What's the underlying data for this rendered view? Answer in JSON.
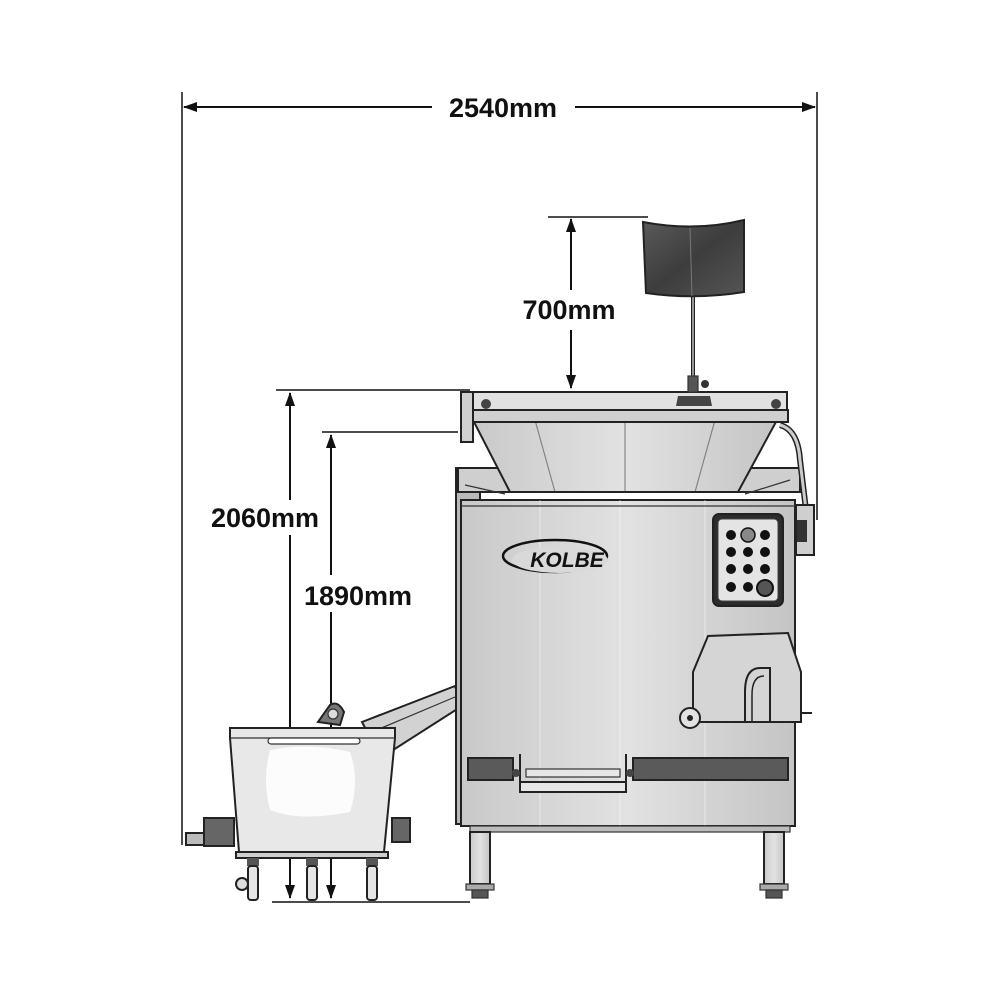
{
  "dimensions": {
    "width": "2540mm",
    "arm_height": "700mm",
    "total_height": "2060mm",
    "hopper_height": "1890mm"
  },
  "brand": {
    "logo": "KOLBE"
  },
  "colors": {
    "stainless": "#d9d9d9",
    "stainless_dark": "#bdbdbd",
    "line": "#222222",
    "panel_dark": "#3a3a3a",
    "shield": "#4a4a4a"
  },
  "icons": {
    "arrow": "dimension-arrow-icon",
    "button": "control-button-icon"
  }
}
